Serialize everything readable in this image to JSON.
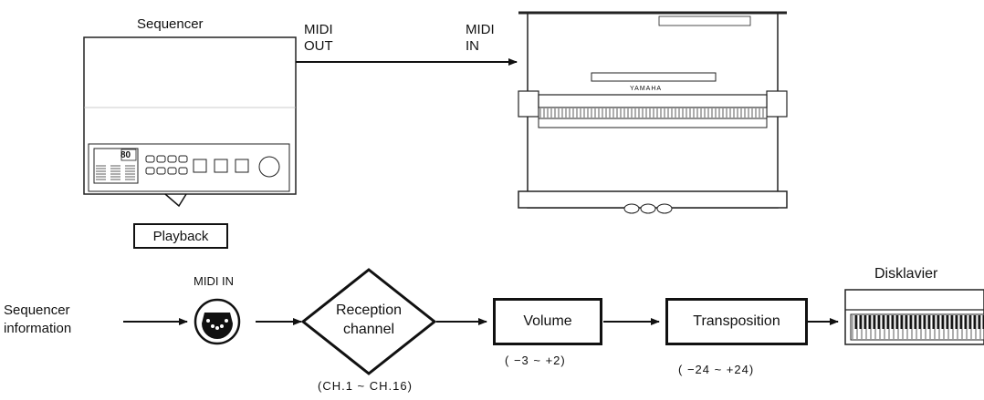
{
  "top": {
    "sequencer_label": "Sequencer",
    "sequencer_display": "80",
    "midi_out_label_line1": "MIDI",
    "midi_out_label_line2": "OUT",
    "midi_in_label_line1": "MIDI",
    "midi_in_label_line2": "IN",
    "piano_brand": "YAMAHA",
    "playback_label": "Playback"
  },
  "flow": {
    "source_line1": "Sequencer",
    "source_line2": "information",
    "midi_in_label": "MIDI IN",
    "reception_line1": "Reception",
    "reception_line2": "channel",
    "reception_range": "(CH.1 ~ CH.16)",
    "volume_label": "Volume",
    "volume_range": "( −3 ~ +2)",
    "transposition_label": "Transposition",
    "transposition_range": "( −24 ~ +24)",
    "destination_label": "Disklavier"
  },
  "colors": {
    "ink": "#111111",
    "paper": "#ffffff"
  }
}
